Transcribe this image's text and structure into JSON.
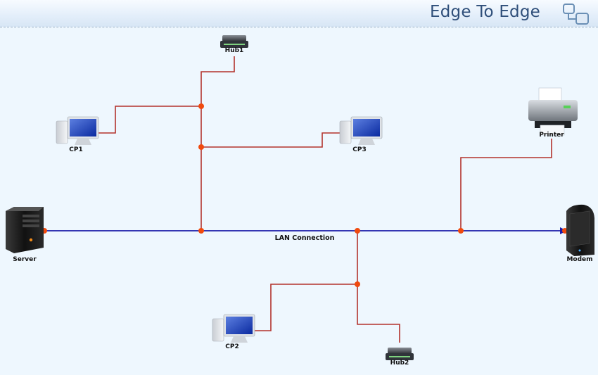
{
  "header": {
    "title": "Edge To Edge",
    "icon": "connector-icon"
  },
  "colors": {
    "lan": "#1a1aa8",
    "link": "#b3322c",
    "junction": "#f04a0e",
    "background": "#eef7fe"
  },
  "nodes": {
    "hub1": {
      "label": "Hub1",
      "icon": "hub-icon"
    },
    "cp1": {
      "label": "CP1",
      "icon": "computer-icon"
    },
    "cp3": {
      "label": "CP3",
      "icon": "computer-icon"
    },
    "printer": {
      "label": "Printer",
      "icon": "printer-icon"
    },
    "server": {
      "label": "Server",
      "icon": "server-icon"
    },
    "modem": {
      "label": "Modem",
      "icon": "modem-icon"
    },
    "cp2": {
      "label": "CP2",
      "icon": "computer-icon"
    },
    "hub2": {
      "label": "Hub2",
      "icon": "hub-icon"
    }
  },
  "connections": {
    "lan": {
      "label": "LAN Connection"
    }
  }
}
